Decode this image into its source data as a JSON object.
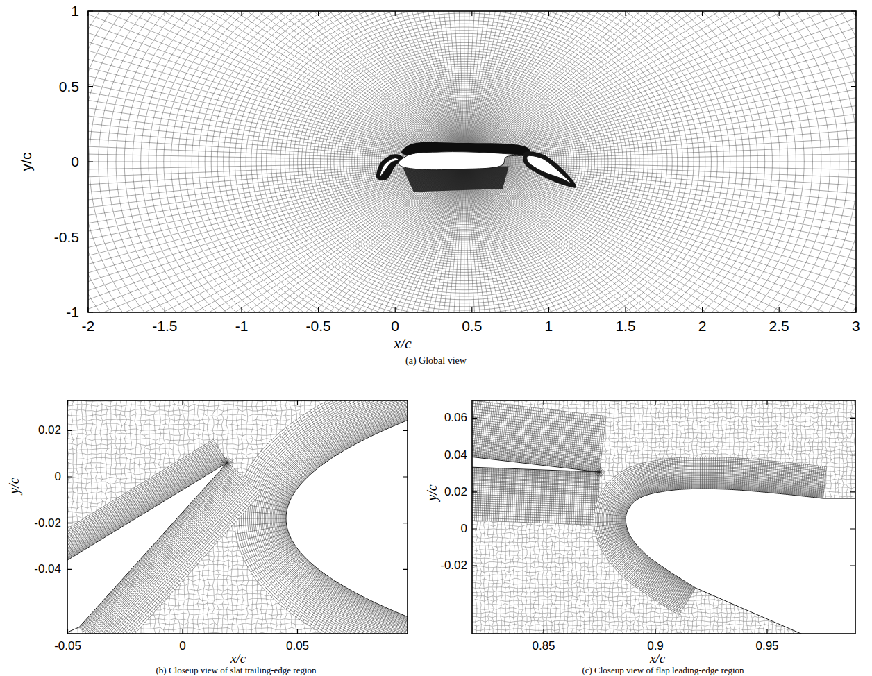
{
  "diagram": {
    "labels": [
      "1",
      "0.5",
      "0",
      "-0.5",
      "-1",
      "-2",
      "-1.5",
      "-1",
      "-0.5",
      "0",
      "0.5",
      "1",
      "1.5",
      "2",
      "2.5",
      "3",
      "y/c",
      "x/c",
      "(a) Global view",
      "0.02",
      "0",
      "-0.02",
      "-0.04",
      "-0.05",
      "0",
      "0.05",
      "y/c",
      "x/c",
      "(b) Closeup view of slat trailing-edge region",
      "0.06",
      "0.04",
      "0.02",
      "0",
      "-0.02",
      "0.85",
      "0.9",
      "0.95",
      "y/c",
      "x/c",
      "(c) Closeup view of flap leading-edge region"
    ]
  }
}
